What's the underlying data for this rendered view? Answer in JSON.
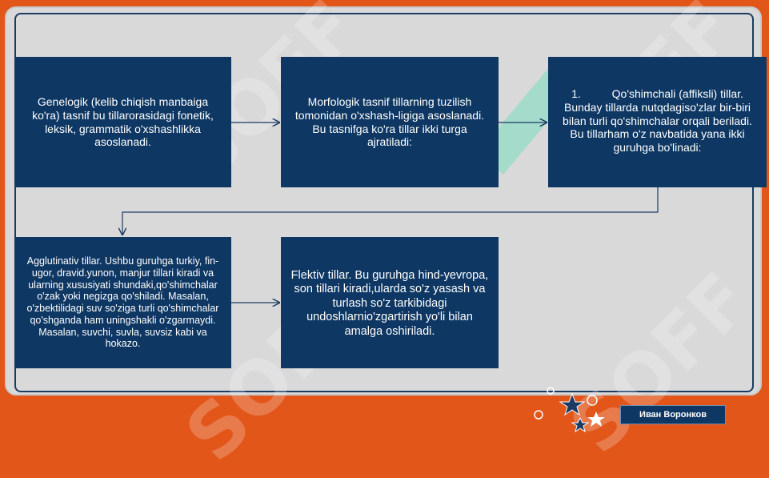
{
  "boxes": {
    "genealogical": "Genelogik (kelib chiqish manbaiga ko'ra) tasnif bu tillarorasidagi fonetik, leksik, grammatik o'xshashlikka asoslanadi.",
    "morphological": "Morfologik tasnif tillarning tuzilish tomonidan o'xshash-ligiga asoslanadi. Bu tasnifga ko'ra tillar ikki turga ajratiladi:",
    "affixal": "1.          Qo'shimchali (affiksli) tillar. Bunday tillarda nutqdagiso'zlar bir-biri bilan turli qo'shimchalar orqali beriladi. Bu tillarham o'z navbatida yana ikki guruhga bo'linadi:",
    "agglutinative": "Agglutinativ tillar. Ushbu guruhga turkiy, fin-ugor, dravid.yunon, manjur tillari kiradi va ularning xususiyati shundaki,qo'shimchalar o'zak yoki negizga qo'shiladi. Masalan, o'zbektilidagi suv so'ziga turli qo'shimchalar qo'shganda ham uningshakli o'zgarmaydi. Masalan, suvchi, suvla, suvsiz kabi va hokazo.",
    "flective": "Flektiv tillar. Bu guruhga hind-yevropa, son tillari kiradi,ularda so'z yasash va turlash so'z tarkibidagi undoshlarnio'zgartirish yo'li bilan amalga oshiriladi."
  },
  "footer": {
    "author": "Иван Воронков"
  },
  "watermark": {
    "text": "SOFF"
  },
  "colors": {
    "background": "#e2561a",
    "slide": "#d9d9d9",
    "box": "#0e3763",
    "arrow": "#1b3b63"
  }
}
